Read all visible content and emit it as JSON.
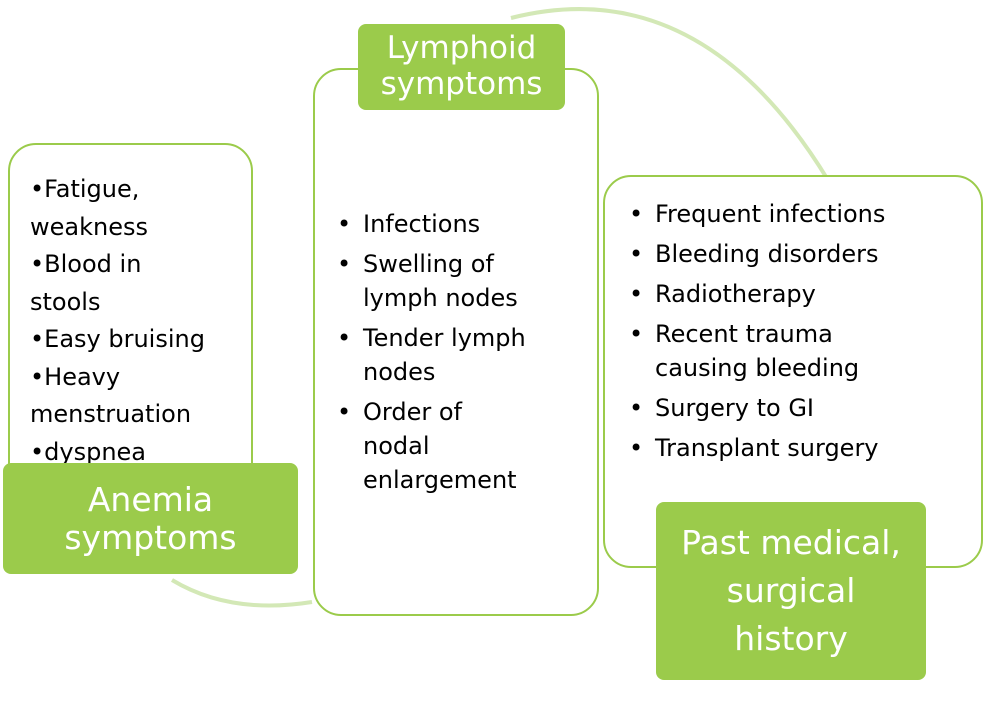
{
  "colors": {
    "accent": "#9bcb4b",
    "arc": "#d3e8b6"
  },
  "groups": [
    {
      "title_lines": [
        "Anemia",
        "symptoms"
      ],
      "items": [
        "•Fatigue,",
        "weakness",
        "•Blood in",
        "stools",
        "•Easy bruising",
        "•Heavy",
        "menstruation",
        "•dyspnea"
      ]
    },
    {
      "title_lines": [
        "Lymphoid",
        "symptoms"
      ],
      "items": [
        [
          "Infections"
        ],
        [
          "Swelling of",
          "lymph nodes"
        ],
        [
          "Tender lymph",
          "nodes"
        ],
        [
          "Order of",
          "nodal",
          "enlargement"
        ]
      ]
    },
    {
      "title_lines": [
        "Past medical,",
        "surgical",
        "history"
      ],
      "items": [
        [
          "Frequent infections"
        ],
        [
          "Bleeding disorders"
        ],
        [
          "Radiotherapy"
        ],
        [
          "Recent trauma",
          "causing bleeding"
        ],
        [
          "Surgery to GI"
        ],
        [
          "Transplant surgery"
        ]
      ]
    }
  ]
}
